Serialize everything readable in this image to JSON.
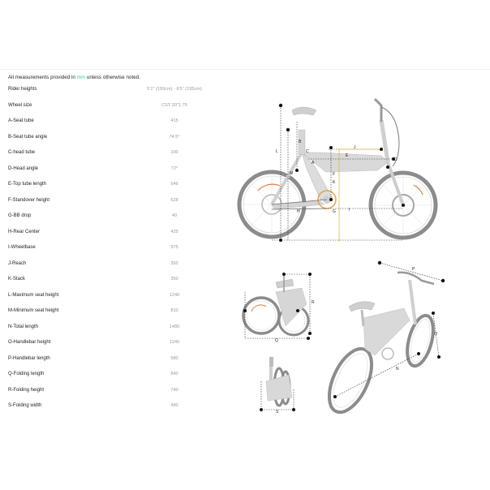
{
  "header": {
    "note_prefix": "All measurements provided in ",
    "note_unit": "mm",
    "note_suffix": " unless otherwise noted."
  },
  "specs": [
    {
      "label": "Rider heights",
      "value": "5'1\" (155cm) - 6'5\" (195cm)"
    },
    {
      "label": "Wheel size",
      "value": "CST 20\"1.75"
    },
    {
      "label": "A-Seat tube",
      "value": "415"
    },
    {
      "label": "B-Seat tube angle",
      "value": "74.5°"
    },
    {
      "label": "C-head tube",
      "value": "100"
    },
    {
      "label": "D-Head angle",
      "value": "72°"
    },
    {
      "label": "E-Top tube length",
      "value": "546"
    },
    {
      "label": "F-Standover height",
      "value": "628"
    },
    {
      "label": "G-BB drop",
      "value": "40"
    },
    {
      "label": "H-Rear Center",
      "value": "425"
    },
    {
      "label": "I-Wheelbase",
      "value": "975"
    },
    {
      "label": "J-Reach",
      "value": "392"
    },
    {
      "label": "K-Stack",
      "value": "350"
    },
    {
      "label": "L-Maximum seat height",
      "value": "1240"
    },
    {
      "label": "M-Minimum seat height",
      "value": "810"
    },
    {
      "label": "N-Total length",
      "value": "1480"
    },
    {
      "label": "O-Handlebar height",
      "value": "1240"
    },
    {
      "label": "P-Handlebar length",
      "value": "580"
    },
    {
      "label": "Q-Folding length",
      "value": "840"
    },
    {
      "label": "R-Folding height",
      "value": "740"
    },
    {
      "label": "S-Folding width",
      "value": "480"
    }
  ],
  "diagram_labels": {
    "a": "A",
    "b": "B",
    "c": "C",
    "d": "D",
    "e": "E",
    "f": "F",
    "g": "G",
    "h": "H",
    "i": "I",
    "j": "J",
    "k": "K",
    "l": "L",
    "m": "M",
    "n": "N",
    "o": "O",
    "p": "P",
    "q": "Q",
    "r": "R",
    "s": "S"
  },
  "colors": {
    "accent": "#39c5b3",
    "dimension_line": "#333333",
    "highlight_line": "#e0b84a",
    "bike_frame": "#d9d9d9",
    "tire": "#8c8c8c"
  }
}
